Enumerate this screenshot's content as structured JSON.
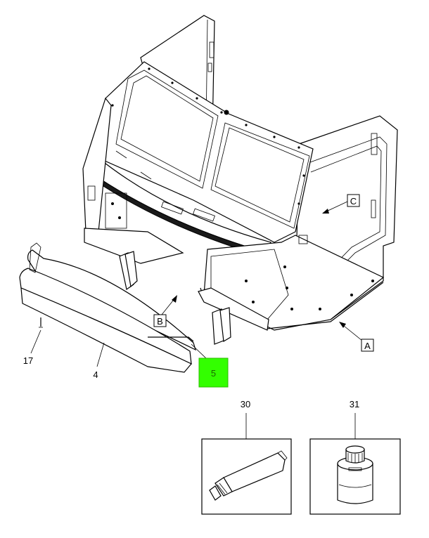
{
  "callouts": {
    "c17": "17",
    "c4": "4",
    "c5": "5",
    "c30": "30",
    "c31": "31"
  },
  "views": {
    "a": "A",
    "b": "B",
    "c": "C"
  },
  "colors": {
    "highlight": "#33ff00",
    "line": "#000000",
    "background": "#ffffff"
  }
}
